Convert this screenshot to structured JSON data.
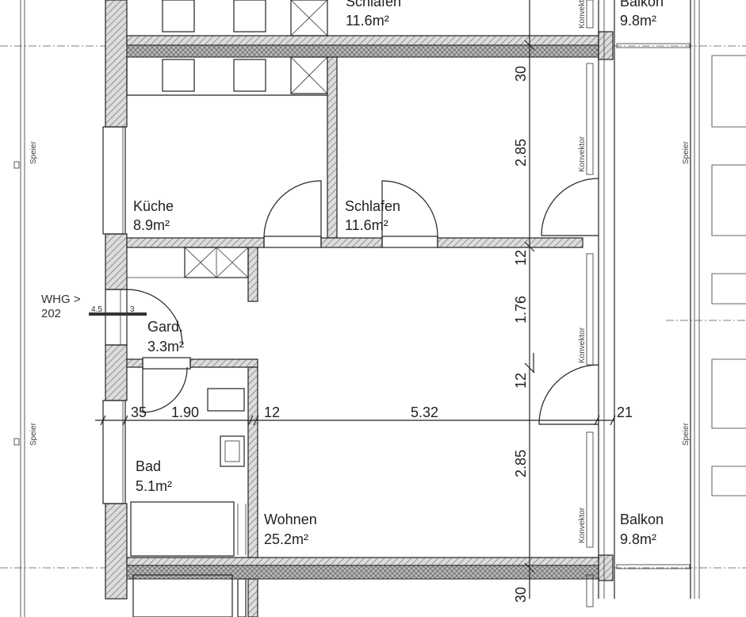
{
  "rooms": {
    "schlafen_top": {
      "name": "Schlafen",
      "area": "11.6m²"
    },
    "balkon_top": {
      "name": "Balkon",
      "area": "9.8m²"
    },
    "kueche": {
      "name": "Küche",
      "area": "8.9m²"
    },
    "schlafen": {
      "name": "Schlafen",
      "area": "11.6m²"
    },
    "gard": {
      "name": "Gard.",
      "area": "3.3m²"
    },
    "bad": {
      "name": "Bad",
      "area": "5.1m²"
    },
    "wohnen": {
      "name": "Wohnen",
      "area": "25.2m²"
    },
    "balkon": {
      "name": "Balkon",
      "area": "9.8m²"
    }
  },
  "entrance": {
    "label": "WHG >",
    "number": "202",
    "dim_left": "4.5",
    "dim_right": "3"
  },
  "dimensions": {
    "horizontal": [
      "35",
      "1.90",
      "12",
      "5.32",
      "21"
    ],
    "vertical": [
      "30",
      "2.85",
      "12",
      "1.76",
      "12",
      "2.85",
      "30"
    ]
  },
  "annotations": {
    "konvektor": "Konvektor",
    "speier": "Speier"
  }
}
